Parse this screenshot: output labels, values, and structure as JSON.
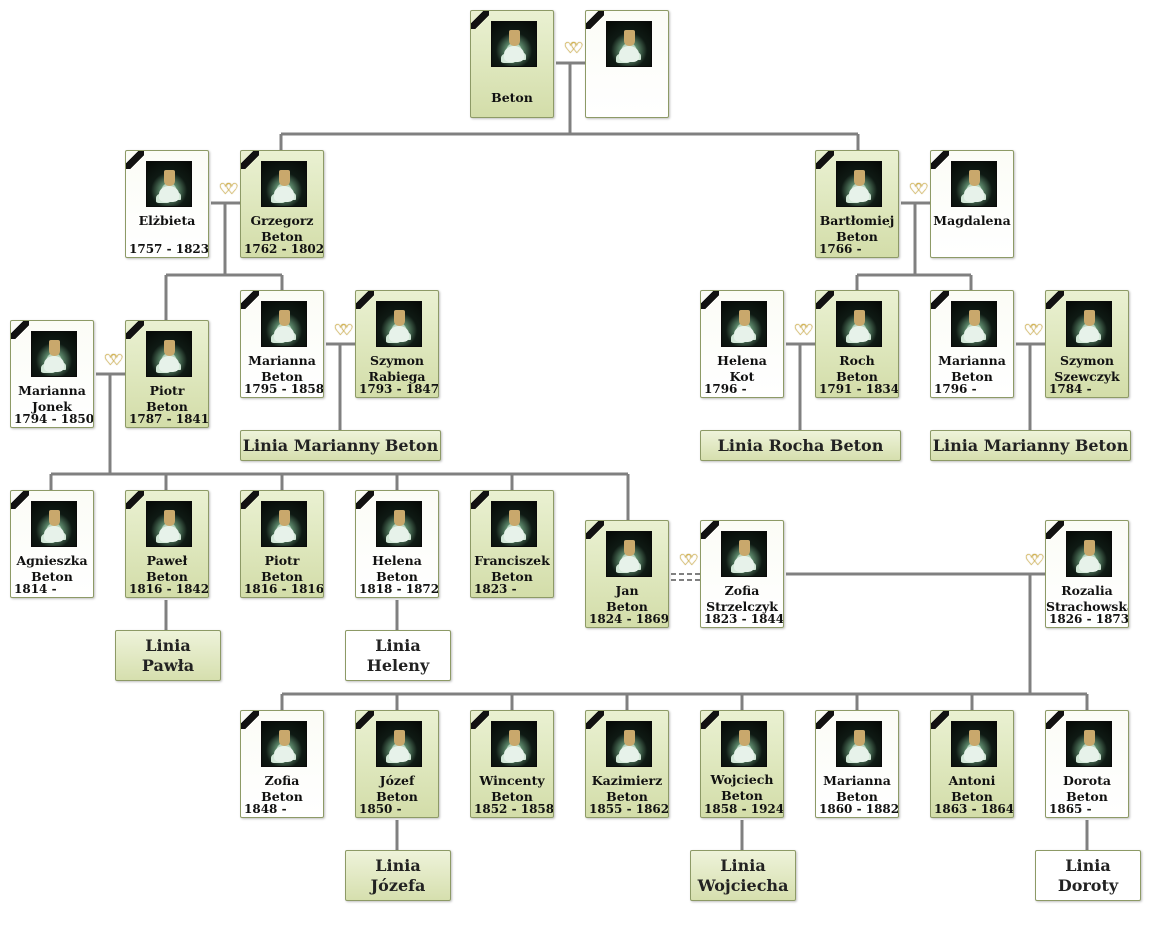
{
  "persons": {
    "root_m": {
      "name": "Beton",
      "dates": ""
    },
    "root_f": {
      "name": "",
      "dates": ""
    },
    "elzbieta": {
      "name": "Elżbieta",
      "dates": "1757 - 1823"
    },
    "grzegorz": {
      "name": "Grzegorz\nBeton",
      "dates": "1762 - 1802"
    },
    "bartlomiej": {
      "name": "Bartłomiej\nBeton",
      "dates": "1766 -"
    },
    "magdalena": {
      "name": "Magdalena",
      "dates": ""
    },
    "marianna_jonek": {
      "name": "Marianna\nJonek",
      "dates": "1794 - 1850"
    },
    "piotr_1787": {
      "name": "Piotr\nBeton",
      "dates": "1787 - 1841"
    },
    "marianna_1795": {
      "name": "Marianna\nBeton",
      "dates": "1795 - 1858"
    },
    "szymon_rabiega": {
      "name": "Szymon\nRabiega",
      "dates": "1793 - 1847"
    },
    "helena_kot": {
      "name": "Helena\nKot",
      "dates": "1796 -"
    },
    "roch": {
      "name": "Roch\nBeton",
      "dates": "1791 - 1834"
    },
    "marianna_1796": {
      "name": "Marianna\nBeton",
      "dates": "1796 -"
    },
    "szymon_szewczyk": {
      "name": "Szymon\nSzewczyk",
      "dates": "1784 -"
    },
    "agnieszka": {
      "name": "Agnieszka\nBeton",
      "dates": "1814 -"
    },
    "pawel": {
      "name": "Paweł\nBeton",
      "dates": "1816 - 1842"
    },
    "piotr_1816": {
      "name": "Piotr\nBeton",
      "dates": "1816 - 1816"
    },
    "helena_1818": {
      "name": "Helena\nBeton",
      "dates": "1818 - 1872"
    },
    "franciszek": {
      "name": "Franciszek\nBeton",
      "dates": "1823 -"
    },
    "jan": {
      "name": "Jan\nBeton",
      "dates": "1824 - 1869"
    },
    "zofia_strzelczyk": {
      "name": "Zofia\nStrzelczyk",
      "dates": "1823 - 1844"
    },
    "rozalia": {
      "name": "Rozalia\nStrachowska",
      "dates": "1826 - 1873"
    },
    "zofia_1848": {
      "name": "Zofia\nBeton",
      "dates": "1848 -"
    },
    "jozef": {
      "name": "Józef\nBeton",
      "dates": "1850 -"
    },
    "wincenty": {
      "name": "Wincenty\nBeton",
      "dates": "1852 - 1858"
    },
    "kazimierz": {
      "name": "Kazimierz\nBeton",
      "dates": "1855 - 1862"
    },
    "wojciech": {
      "name": "Wojciech\nBeton",
      "dates": "1858 - 1924"
    },
    "marianna_1860": {
      "name": "Marianna\nBeton",
      "dates": "1860 - 1882"
    },
    "antoni": {
      "name": "Antoni\nBeton",
      "dates": "1863 - 1864"
    },
    "dorota": {
      "name": "Dorota\nBeton",
      "dates": "1865 -"
    }
  },
  "lines": {
    "marianny_1": "Linia Marianny Beton",
    "rocha": "Linia Rocha Beton",
    "marianny_2": "Linia Marianny Beton",
    "pawla": "Linia\nPawła",
    "heleny": "Linia\nHeleny",
    "jozefa": "Linia\nJózefa",
    "wojciecha": "Linia\nWojciecha",
    "doroty": "Linia\nDoroty"
  },
  "colors": {
    "connector": "#808080",
    "card_green": "#d5dfad",
    "card_border": "#8d9a66",
    "heart": "#d9b33a"
  },
  "icons": {
    "mourning": "mourning-ribbon-icon",
    "photo": "portrait-placeholder-icon",
    "marriage": "wedding-rings-icon"
  }
}
